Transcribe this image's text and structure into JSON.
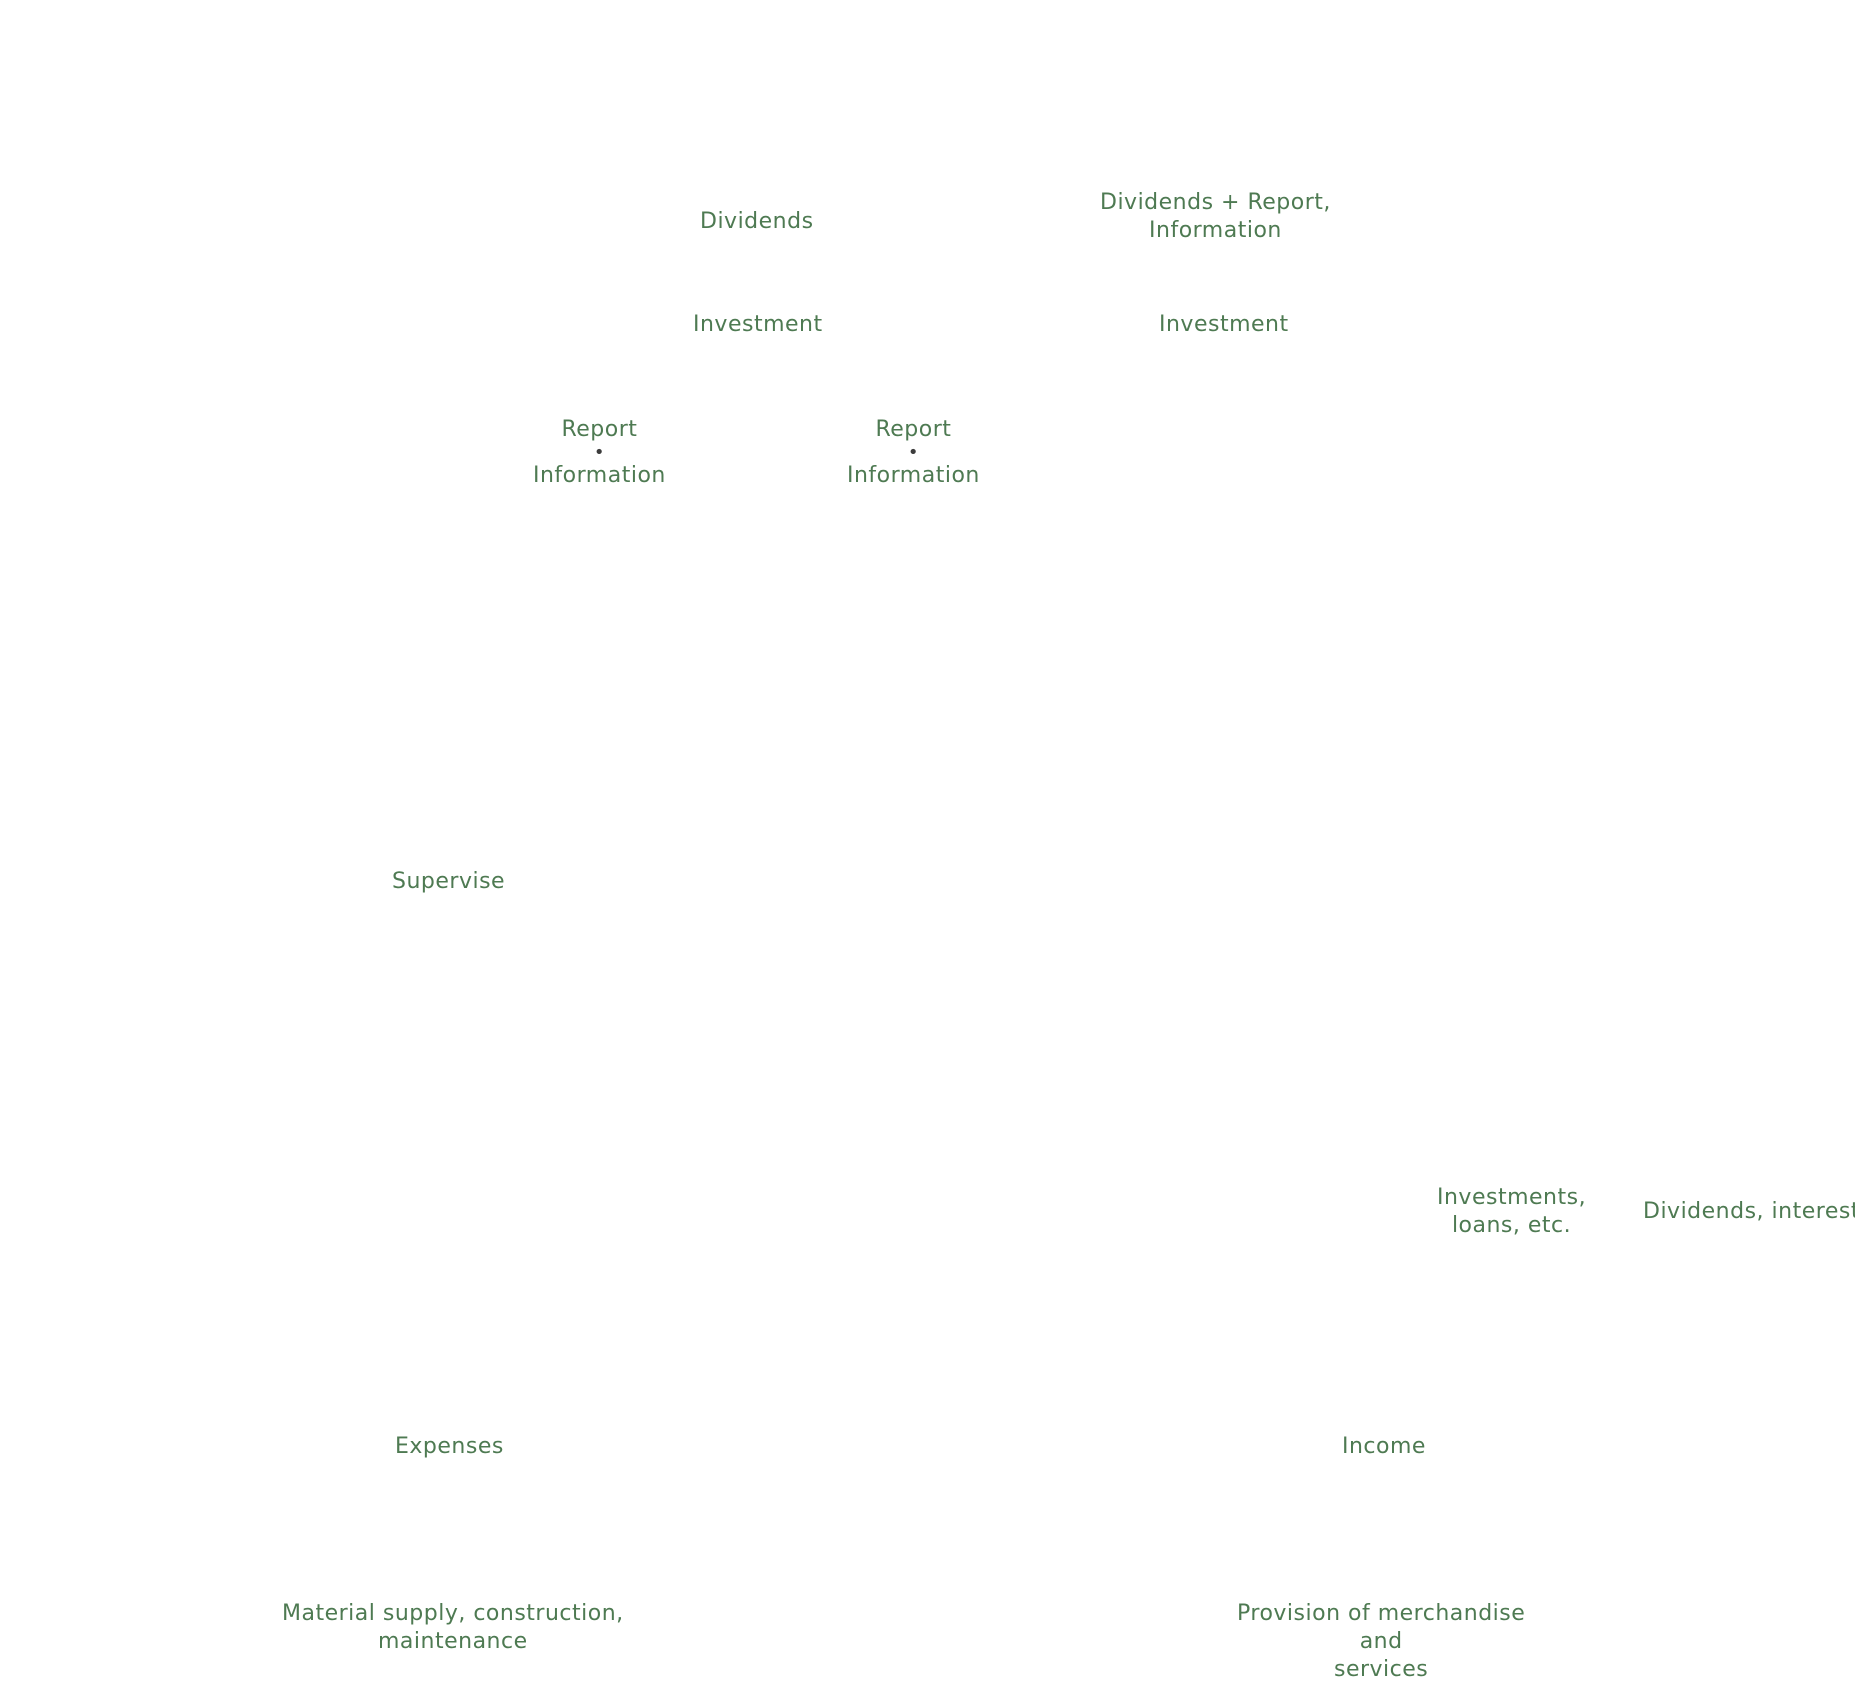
{
  "labels": {
    "dividends_left": "Dividends",
    "dividends_report_line1": "Dividends + Report,",
    "dividends_report_line2": "Information",
    "investment_left": "Investment",
    "investment_right": "Investment",
    "report_left_top": "Report",
    "report_left_bottom": "Information",
    "report_right_top": "Report",
    "report_right_bottom": "Information",
    "supervise": "Supervise",
    "investments_loans_line1": "Investments,",
    "investments_loans_line2": "loans, etc.",
    "dividends_interest": "Dividends, interest",
    "expenses": "Expenses",
    "income": "Income",
    "material_supply_line1": "Material supply, construction,",
    "material_supply_line2": "maintenance",
    "provision_line1": "Provision of merchandise",
    "provision_line2": "and",
    "provision_line3": "services"
  },
  "separator_glyph": "•",
  "colors": {
    "label_text": "#4e7a52",
    "separator": "#3c3c3c",
    "background": "#ffffff"
  }
}
